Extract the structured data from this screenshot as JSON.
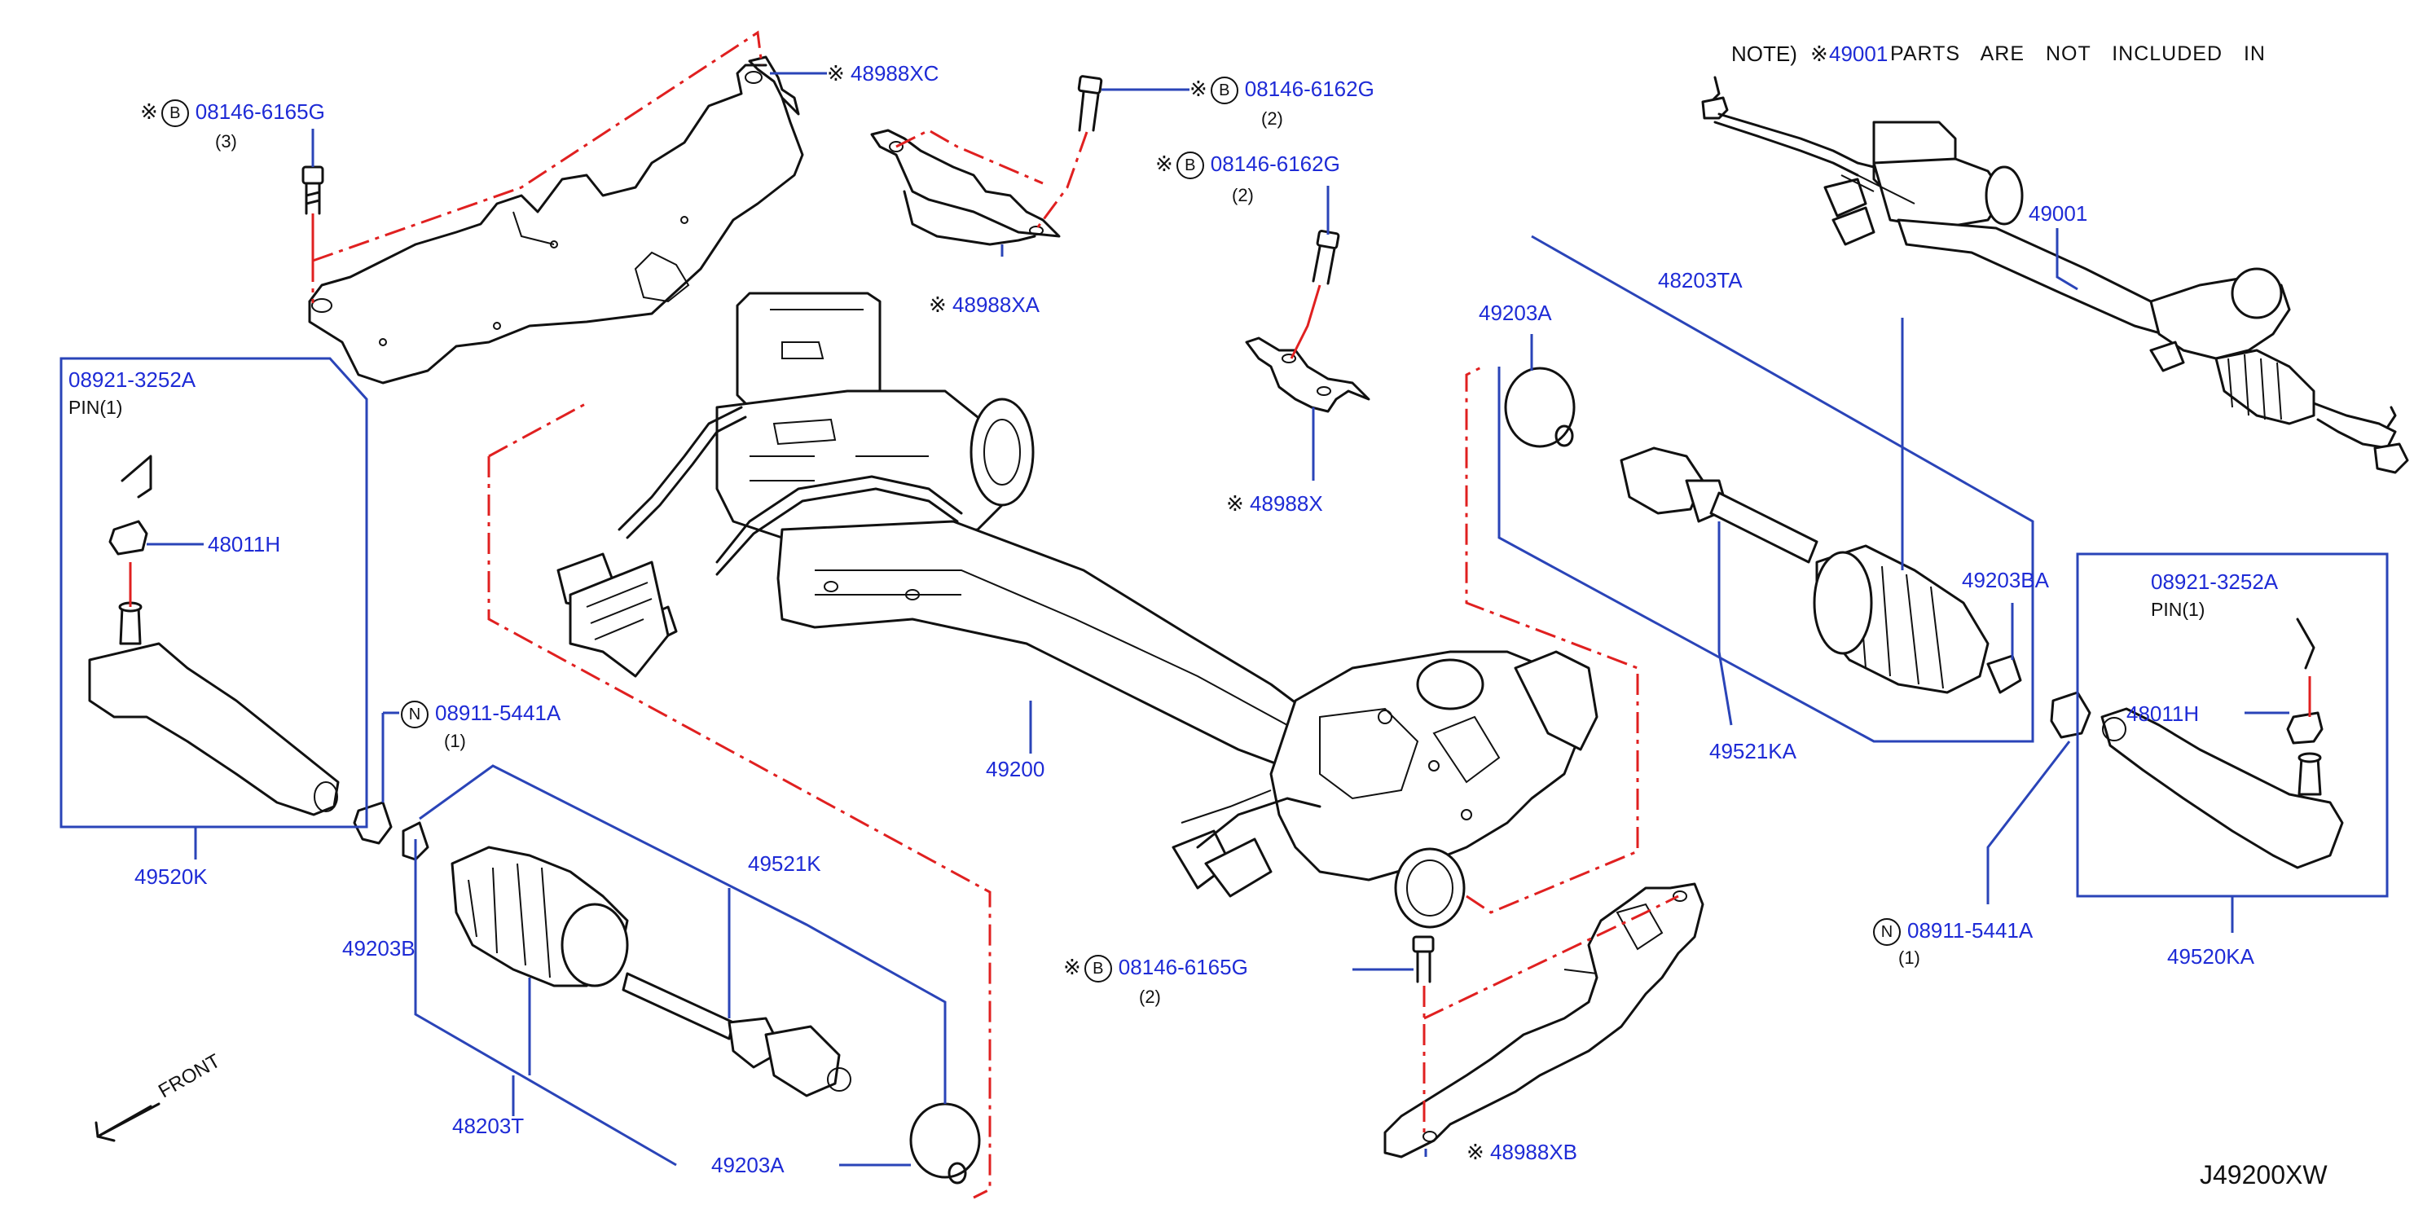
{
  "diagram": {
    "diagram_id": "J49200XW",
    "note": {
      "prefix": "NOTE)",
      "part": "49001",
      "text": "PARTS ARE NOT INCLUDED IN"
    },
    "mark_symbol": "※",
    "b_symbol": "B",
    "n_symbol": "N",
    "front": "FRONT",
    "labels": {
      "p48988XC": "48988XC",
      "p08146_6165G_top": "08146-6165G",
      "p08146_6165G_top_qty": "(3)",
      "p08146_6162G_a": "08146-6162G",
      "p08146_6162G_a_qty": "(2)",
      "p08146_6162G_b": "08146-6162G",
      "p08146_6162G_b_qty": "(2)",
      "p48988XA": "48988XA",
      "p48988X": "48988X",
      "p49001": "49001",
      "p48203TA": "48203TA",
      "p49203A_right": "49203A",
      "p49203BA": "49203BA",
      "p49521KA": "49521KA",
      "p08921_3252A_left": "08921-3252A",
      "pin_left": "PIN(1)",
      "p48011H_left": "48011H",
      "p49520K": "49520K",
      "p08911_5441A_left": "08911-5441A",
      "p08911_5441A_left_qty": "(1)",
      "p49200": "49200",
      "p49521K": "49521K",
      "p49203B": "49203B",
      "p48203T": "48203T",
      "p49203A_left": "49203A",
      "p08146_6165G_bottom": "08146-6165G",
      "p08146_6165G_bottom_qty": "(2)",
      "p48988XB": "48988XB",
      "p08921_3252A_right": "08921-3252A",
      "pin_right": "PIN(1)",
      "p48011H_right": "48011H",
      "p08911_5441A_right": "08911-5441A",
      "p08911_5441A_right_qty": "(1)",
      "p49520KA": "49520KA"
    }
  },
  "colors": {
    "label": "#1e2bd6",
    "leader": "#2a44b8",
    "dash": "#e02020",
    "line": "#111111"
  }
}
